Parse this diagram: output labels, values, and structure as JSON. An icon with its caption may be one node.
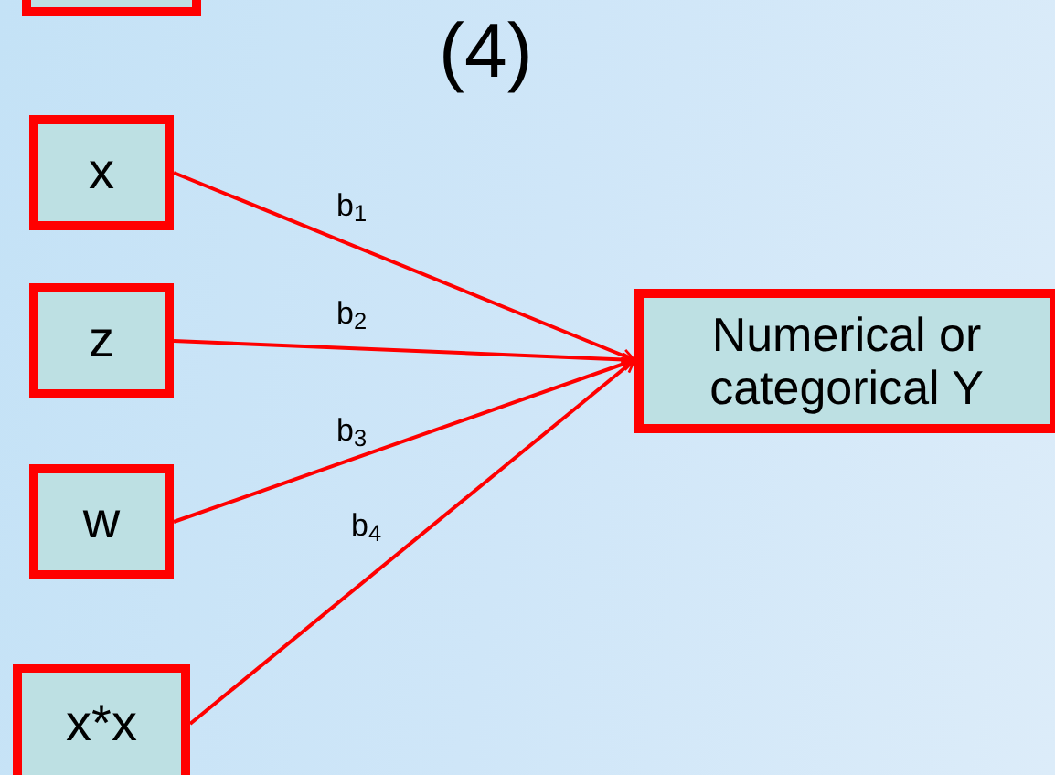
{
  "diagram": {
    "title": "(4)",
    "nodes": [
      {
        "text": [],
        "shape": "box"
      },
      {
        "text": [
          "x"
        ]
      },
      {
        "text": [
          "z"
        ]
      },
      {
        "text": [
          "w"
        ]
      },
      {
        "text": [
          "x*x"
        ]
      },
      {
        "text": [
          "Numerical or categorical Y"
        ]
      }
    ],
    "edges": [
      {
        "from": 1,
        "to": 5,
        "arrow": "to",
        "label": "b$_{1}$"
      },
      {
        "from": 2,
        "to": 5,
        "arrow": "to",
        "label": "b$_{2}$"
      },
      {
        "from": 3,
        "to": 5,
        "arrow": "to",
        "label": "b$_{3}$"
      },
      {
        "from": 4,
        "to": 5,
        "arrow": "to",
        "label": "b$_{4}$"
      }
    ]
  }
}
